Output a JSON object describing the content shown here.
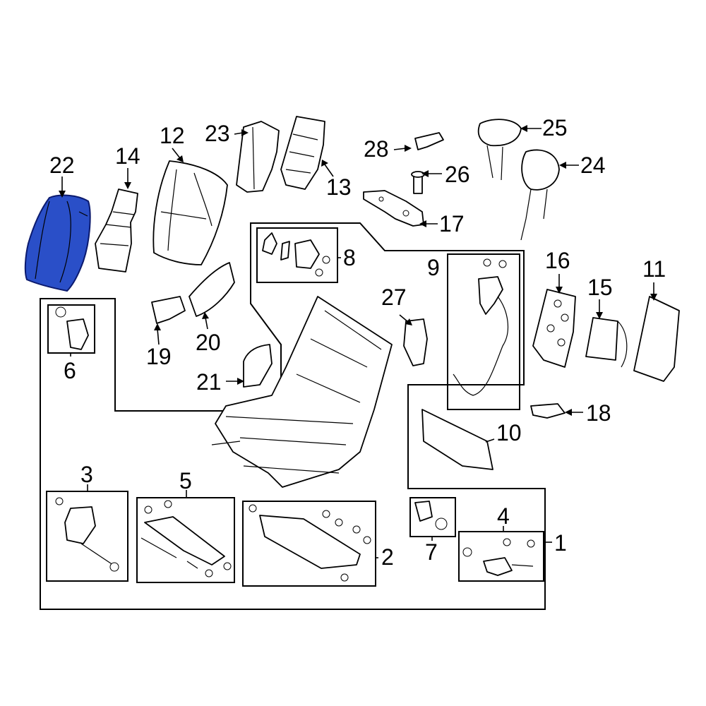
{
  "highlight_color": "#2a4fc8",
  "callouts": {
    "c1": "1",
    "c2": "2",
    "c3": "3",
    "c4": "4",
    "c5": "5",
    "c6": "6",
    "c7": "7",
    "c8": "8",
    "c9": "9",
    "c10": "10",
    "c11": "11",
    "c12": "12",
    "c13": "13",
    "c14": "14",
    "c15": "15",
    "c16": "16",
    "c17": "17",
    "c18": "18",
    "c19": "19",
    "c20": "20",
    "c21": "21",
    "c22": "22",
    "c23": "23",
    "c24": "24",
    "c25": "25",
    "c26": "26",
    "c27": "27",
    "c28": "28"
  },
  "highlighted_part": "22"
}
